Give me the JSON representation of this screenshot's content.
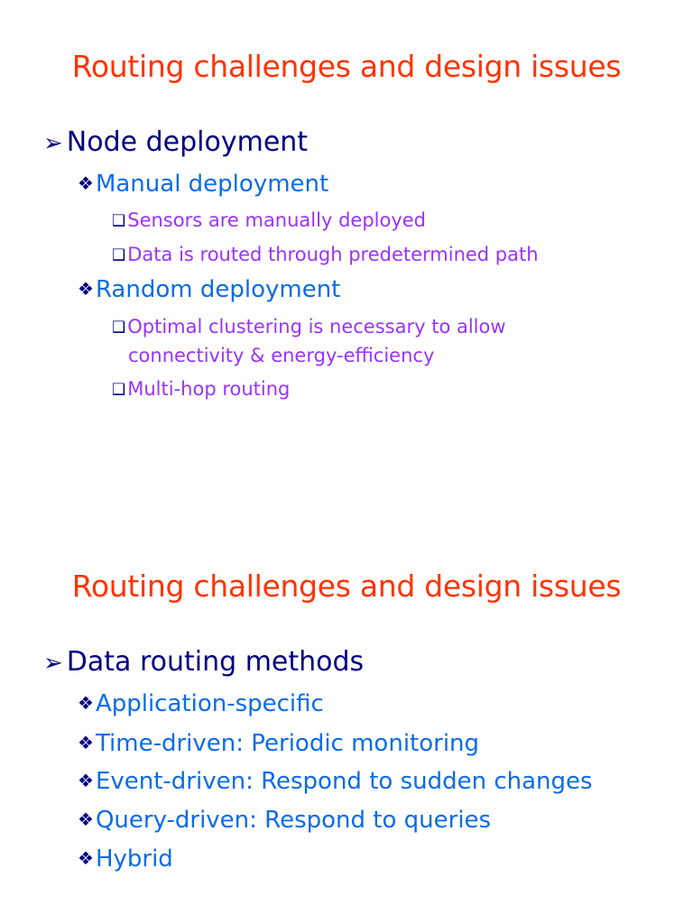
{
  "slides": [
    {
      "title": "Routing challenges and design issues",
      "heading": "Node deployment",
      "sections": [
        {
          "label": "Manual deployment",
          "items": [
            "Sensors are manually deployed",
            "Data is routed through predetermined path"
          ]
        },
        {
          "label": "Random deployment",
          "items": [
            "Optimal clustering is necessary to allow",
            "connectivity & energy-efficiency",
            "Multi-hop routing"
          ]
        }
      ]
    },
    {
      "title": "Routing challenges and design issues",
      "heading": "Data routing methods",
      "items": [
        "Application-specific",
        "Time-driven: Periodic monitoring",
        "Event-driven: Respond to sudden changes",
        "Query-driven: Respond to queries",
        "Hybrid"
      ]
    }
  ],
  "bullets": {
    "level1": "➢",
    "level2": "❖",
    "level3": "❑"
  },
  "colors": {
    "title": "#ff3300",
    "heading": "#000080",
    "level2": "#0a6be8",
    "level3": "#9933ff"
  }
}
